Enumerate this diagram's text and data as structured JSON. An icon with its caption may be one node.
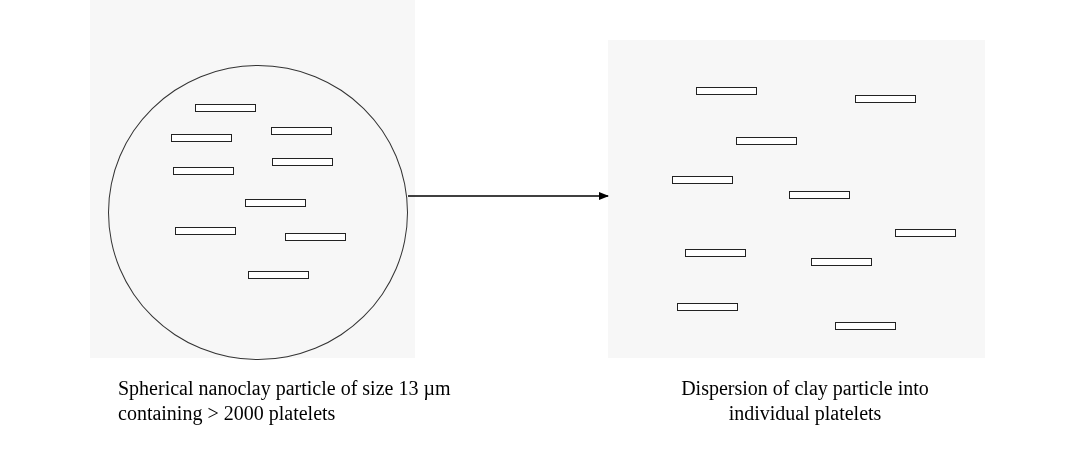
{
  "diagram": {
    "nodes": [
      {
        "text": [],
        "shape": "circle",
        "beside": [
          "Spherical  nanoclay particle of size 13 µm  containing > 2000 platelets"
        ]
      },
      {
        "text": [],
        "shape": "box",
        "beside": [
          "Dispersion of clay particle into individual platelets"
        ]
      }
    ],
    "edges": [
      {
        "from": 0,
        "to": 1,
        "arrow": "to"
      }
    ]
  }
}
